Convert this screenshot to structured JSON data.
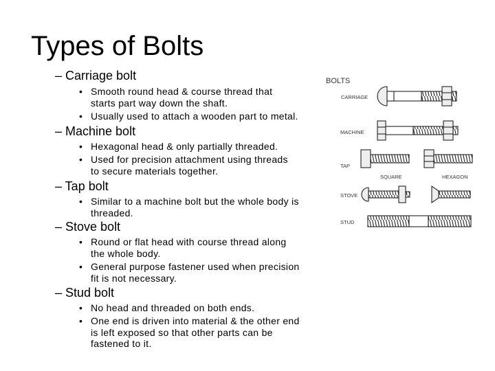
{
  "slide": {
    "title": "Types of Bolts",
    "sections": [
      {
        "heading": "– Carriage bolt",
        "bullets": [
          [
            "Smooth round head & course thread that",
            "starts part way down the shaft."
          ],
          [
            "Usually used to attach a wooden part to metal."
          ]
        ]
      },
      {
        "heading": "– Machine bolt",
        "bullets": [
          [
            "Hexagonal head & only partially threaded."
          ],
          [
            "Used for precision attachment using threads",
            "to secure materials together."
          ]
        ]
      },
      {
        "heading": "– Tap bolt",
        "bullets": [
          [
            "Similar to a machine bolt but the whole body is",
            "threaded."
          ]
        ]
      },
      {
        "heading": "– Stove bolt",
        "bullets": [
          [
            "Round or flat head with course thread along",
            "the whole body."
          ],
          [
            "General purpose fastener used when precision",
            "fit is not necessary."
          ]
        ]
      },
      {
        "heading": "– Stud bolt",
        "bullets": [
          [
            "No head and threaded on both ends."
          ],
          [
            "One end is driven into material & the other end",
            "is left exposed so that other parts can be",
            "fastened to it."
          ]
        ]
      }
    ],
    "bullet_char": "•"
  },
  "figure": {
    "title": "BOLTS",
    "labels": {
      "carriage": "CARRIAGE",
      "machine": "MACHINE",
      "tap": "TAP",
      "stove": "STOVE",
      "stud": "STUD",
      "square": "SQUARE",
      "hexagon": "HEXAGON"
    }
  }
}
